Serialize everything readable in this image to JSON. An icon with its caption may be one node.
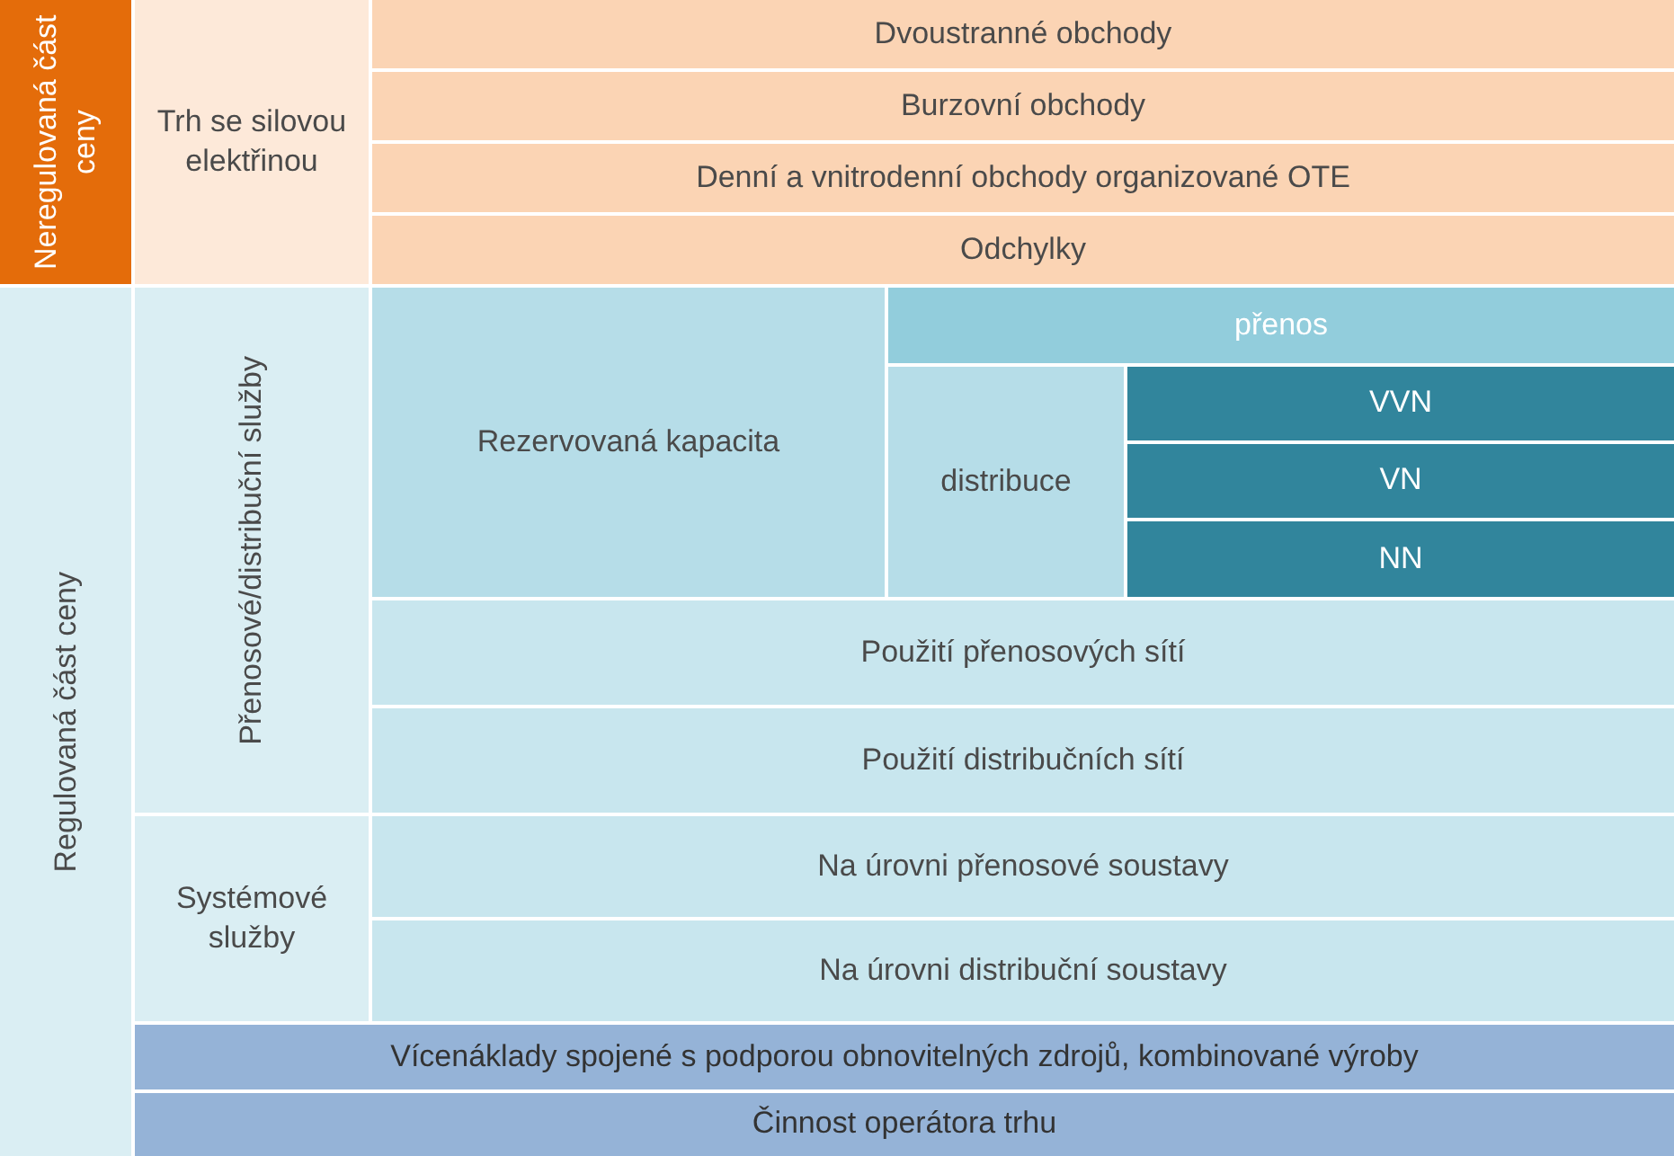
{
  "diagram": {
    "nodes": [
      {
        "text": [
          "Neregulovaná část ceny"
        ]
      },
      {
        "text": [
          "Trh se silovou elektřinou"
        ]
      },
      {
        "text": [
          "Dvoustranné obchody"
        ]
      },
      {
        "text": [
          "Burzovní obchody"
        ]
      },
      {
        "text": [
          "Denní a vnitrodenní obchody organizované OTE"
        ]
      },
      {
        "text": [
          "Odchylky"
        ]
      },
      {
        "text": [
          "Regulovaná část ceny"
        ]
      },
      {
        "text": [
          "Přenosové/distribuční služby"
        ]
      },
      {
        "text": [
          "Rezervovaná kapacita"
        ]
      },
      {
        "text": [
          "přenos"
        ]
      },
      {
        "text": [
          "distribuce"
        ]
      },
      {
        "text": [
          "VVN"
        ]
      },
      {
        "text": [
          "VN"
        ]
      },
      {
        "text": [
          "NN"
        ]
      },
      {
        "text": [
          "Použití přenosových sítí"
        ]
      },
      {
        "text": [
          "Použití distribučních sítí"
        ]
      },
      {
        "text": [
          "Systémové služby"
        ]
      },
      {
        "text": [
          "Na úrovni přenosové soustavy"
        ]
      },
      {
        "text": [
          "Na úrovni distribuční soustavy"
        ]
      },
      {
        "text": [
          "Vícenáklady spojené s podporou obnovitelných zdrojů, kombinované výroby"
        ]
      },
      {
        "text": [
          "Činnost operátora trhu"
        ]
      }
    ]
  }
}
